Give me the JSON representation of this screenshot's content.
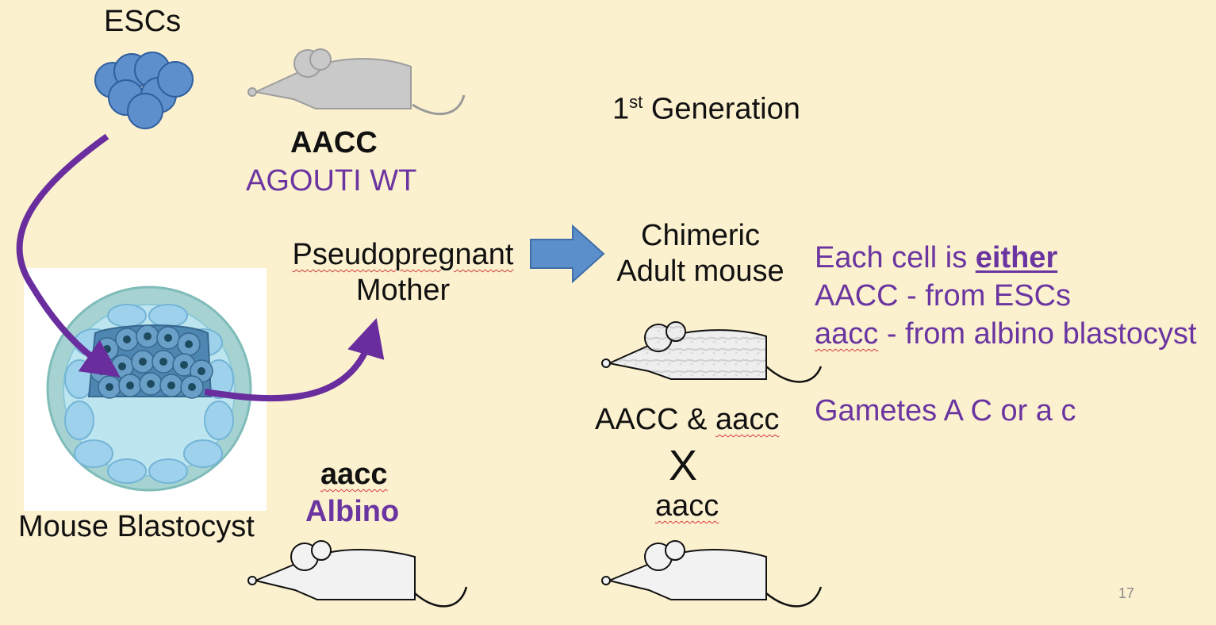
{
  "labels": {
    "escs": "ESCs",
    "first_generation_prefix": "1",
    "first_generation_sup": "st",
    "first_generation_suffix": " Generation",
    "agouti_genotype": "AACC",
    "agouti_phenotype": "AGOUTI WT",
    "pseudopregnant": "Pseudopregnant",
    "mother": "Mother",
    "chimeric": "Chimeric",
    "adult_mouse": "Adult mouse",
    "mouse_blastocyst": "Mouse Blastocyst",
    "albino_genotype": "aacc",
    "albino_phenotype": "Albino",
    "cross_parent1_a": "AACC",
    "cross_parent1_amp": " & ",
    "cross_parent1_b": "aacc",
    "cross_x": "X",
    "cross_parent2": "aacc",
    "slide_number": "17"
  },
  "notes": {
    "line1_prefix": "Each cell is ",
    "line1_emph": "either",
    "line2": "AACC - from ESCs",
    "line3_word": "aacc",
    "line3_rest": " - from albino blastocyst",
    "gametes": "Gametes A C or a c"
  },
  "colors": {
    "background": "#fcf1cf",
    "accent_purple": "#6a35a0",
    "arrow_purple": "#6a2d9e",
    "block_arrow_blue": "#5b8fcb",
    "esc_blue": "#5e8fcd",
    "agouti_mouse_gray": "#c9c9c9",
    "albino_mouse_fill": "#f2f2f2"
  },
  "icons": {
    "esc_cluster": "esc-cluster-icon",
    "agouti_mouse": "agouti-mouse-icon",
    "chimeric_mouse": "chimeric-mouse-icon",
    "albino_mouse": "albino-mouse-icon",
    "blastocyst": "blastocyst-image",
    "block_arrow": "right-block-arrow-icon",
    "curved_arrow": "curved-arrow"
  }
}
